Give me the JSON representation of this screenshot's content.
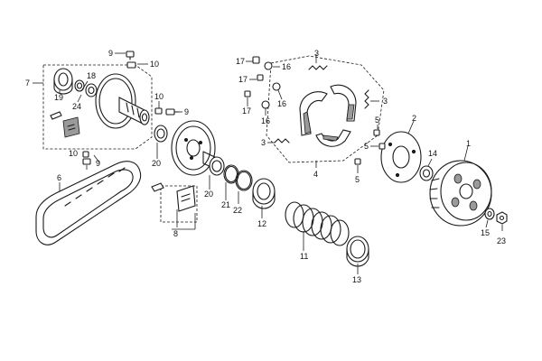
{
  "diagram": {
    "callouts": {
      "c1": "1",
      "c2": "2",
      "c3a": "3",
      "c3b": "3",
      "c3c": "3",
      "c4": "4",
      "c5a": "5",
      "c5b": "5",
      "c5c": "5",
      "c6": "6",
      "c7": "7",
      "c8": "8",
      "c9a": "9",
      "c9b": "9",
      "c9c": "9",
      "c10a": "10",
      "c10b": "10",
      "c10c": "10",
      "c11": "11",
      "c12": "12",
      "c13": "13",
      "c14": "14",
      "c15": "15",
      "c16a": "16",
      "c16b": "16",
      "c16c": "16",
      "c17a": "17",
      "c17b": "17",
      "c17c": "17",
      "c18": "18",
      "c19": "19",
      "c20a": "20",
      "c20b": "20",
      "c21": "21",
      "c22": "22",
      "c23": "23",
      "c24": "24"
    }
  }
}
